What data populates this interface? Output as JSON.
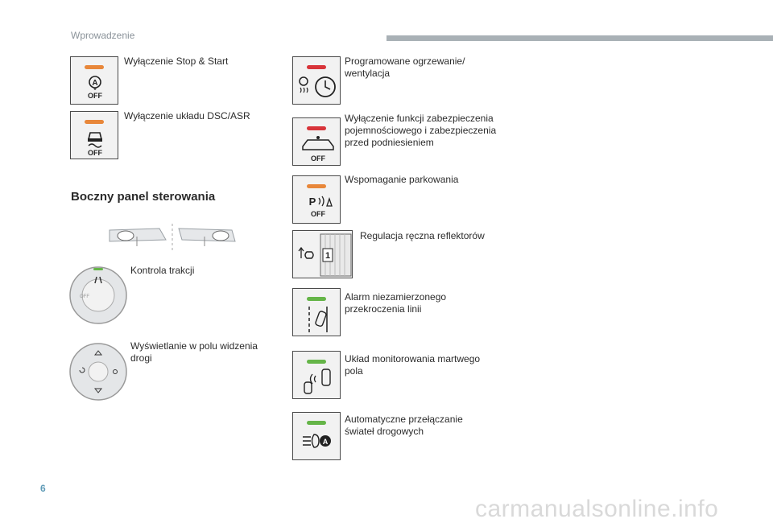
{
  "header": {
    "section_title": "Wprowadzenie"
  },
  "page_number": "6",
  "left_column": {
    "items": [
      {
        "label": "Wyłączenie Stop & Start",
        "led": "orange",
        "icon": "stop-start-off-icon"
      },
      {
        "label": "Wyłączenie układu DSC/ASR",
        "led": "orange",
        "icon": "dsc-asr-off-icon"
      }
    ],
    "section_heading": "Boczny panel sterowania",
    "panel_items": [
      {
        "label": "Kontrola trakcji",
        "icon": "traction-control-dial-icon"
      },
      {
        "label": "Wyświetlanie w polu widzenia drogi",
        "icon": "head-up-display-control-icon"
      }
    ]
  },
  "right_column": {
    "items": [
      {
        "label": "Programowane ogrzewanie/ wentylacja",
        "led": "red",
        "icon": "programmable-heating-icon"
      },
      {
        "label": "Wyłączenie funkcji zabezpieczenia pojemnościowego i zabezpieczenia przed podniesieniem",
        "led": "red",
        "icon": "alarm-protection-off-icon"
      },
      {
        "label": "Wspomaganie parkowania",
        "led": "orange",
        "icon": "park-assist-off-icon"
      },
      {
        "label": "Regulacja ręczna reflektorów",
        "led": "",
        "icon": "headlamp-adjust-icon"
      },
      {
        "label": "Alarm niezamierzonego przekroczenia linii",
        "led": "green",
        "icon": "lane-departure-icon"
      },
      {
        "label": "Układ monitorowania martwego pola",
        "led": "green",
        "icon": "blind-spot-icon"
      },
      {
        "label": "Automatyczne przełączanie świateł drogowych",
        "led": "green",
        "icon": "auto-high-beam-icon"
      }
    ]
  },
  "icon_text": {
    "off": "OFF",
    "a": "A",
    "p": "P",
    "one": "1"
  },
  "watermark": "carmanualsonline.info"
}
